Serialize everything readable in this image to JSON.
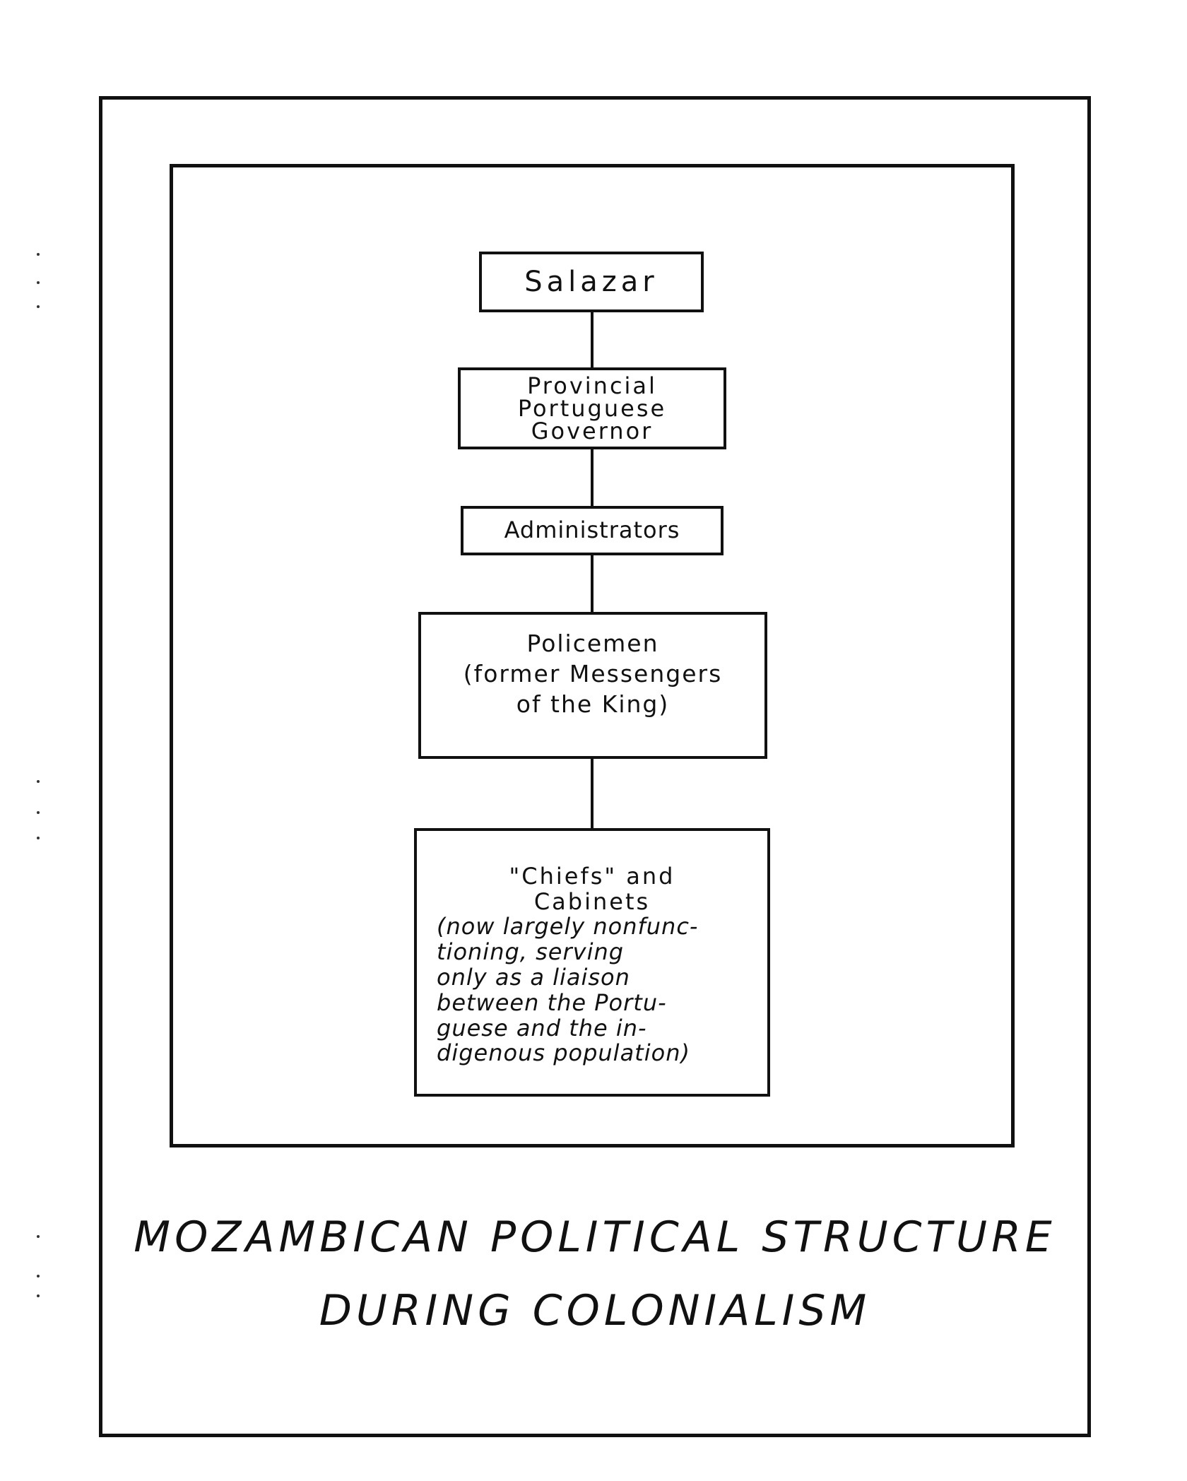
{
  "diagram": {
    "nodes": [
      {
        "id": "salazar",
        "lines": [
          "Salazar"
        ]
      },
      {
        "id": "governor",
        "lines": [
          "Provincial",
          "Portuguese",
          "Governor"
        ]
      },
      {
        "id": "administrators",
        "lines": [
          "Administrators"
        ]
      },
      {
        "id": "policemen",
        "lines": [
          "Policemen",
          "(former Messengers",
          "of the King)"
        ]
      },
      {
        "id": "chiefs",
        "title_lines": [
          "\"Chiefs\" and",
          "Cabinets"
        ],
        "note_lines": [
          "(now largely nonfunc-",
          "tioning, serving",
          "only as a liaison",
          "between the Portu-",
          "guese and the in-",
          "digenous population)"
        ]
      }
    ],
    "edges": [
      [
        "salazar",
        "governor"
      ],
      [
        "governor",
        "administrators"
      ],
      [
        "administrators",
        "policemen"
      ],
      [
        "policemen",
        "chiefs"
      ]
    ]
  },
  "caption": {
    "line1": "MOZAMBICAN POLITICAL STRUCTURE",
    "line2": "DURING COLONIALISM"
  }
}
